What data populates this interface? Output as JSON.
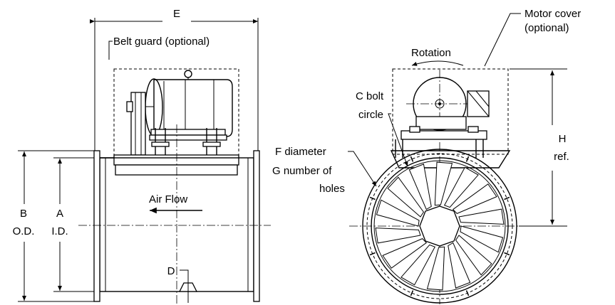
{
  "labels": {
    "E": "E",
    "belt_guard": "Belt guard (optional)",
    "air_flow": "Air Flow",
    "B": "B",
    "OD": "O.D.",
    "A": "A",
    "ID": "I.D.",
    "D": "D",
    "motor_cover_1": "Motor cover",
    "motor_cover_2": "(optional)",
    "rotation": "Rotation",
    "c_bolt_1": "C bolt",
    "c_bolt_2": "circle",
    "f_diam": "F diameter",
    "g_num_1": "G number of",
    "g_num_2": "holes",
    "H": "H",
    "ref": "ref."
  },
  "icons": [
    "arrow-left-icon",
    "rotation-arrow-icon"
  ]
}
